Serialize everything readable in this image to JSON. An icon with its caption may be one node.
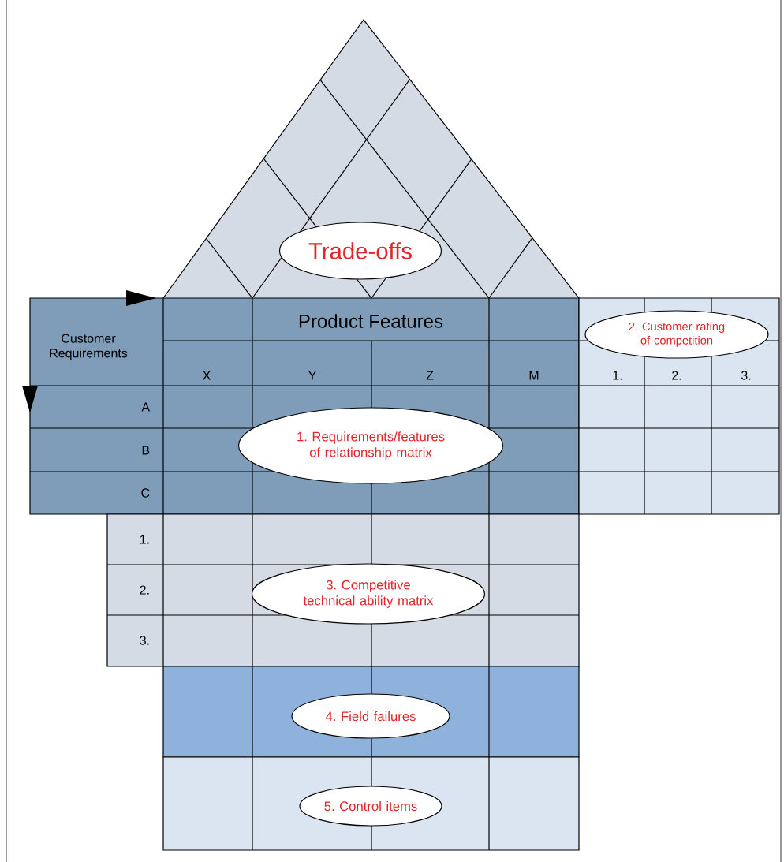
{
  "diagram": {
    "nodes": [
      {
        "text": [
          "Trade-offs"
        ]
      },
      {
        "text": [
          "2. Customer rating of competition"
        ]
      },
      {
        "text": [
          "1. Requirements/features of relationship matrix"
        ]
      },
      {
        "text": [
          "3. Competitive technical ability matrix"
        ]
      },
      {
        "text": [
          "4. Field failures"
        ]
      },
      {
        "text": [
          "5. Control items"
        ]
      }
    ],
    "labels": [
      "Customer Requirements",
      "Product Features",
      "X",
      "Y",
      "Z",
      "M",
      "1.",
      "2.",
      "3.",
      "A",
      "B",
      "C",
      "1.",
      "2.",
      "3."
    ]
  }
}
